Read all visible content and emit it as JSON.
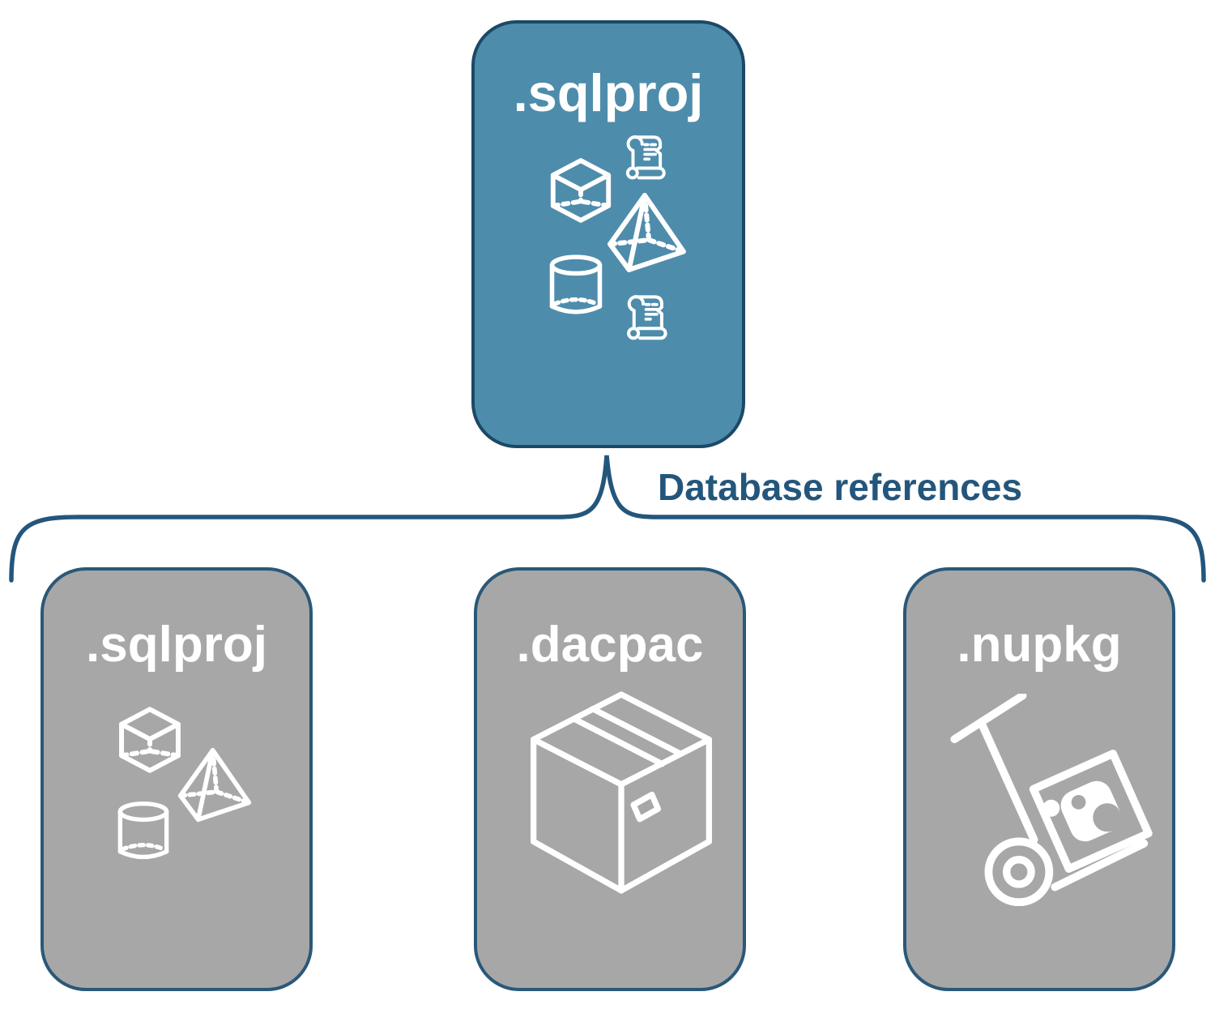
{
  "colors": {
    "root_fill": "#4E8CAB",
    "root_border": "#1B4966",
    "child_fill": "#A7A7A7",
    "child_border": "#2A5878",
    "connector_line": "#24567C",
    "connector_text": "#24567C",
    "card_text": "#FFFFFF",
    "icon_stroke": "#FFFFFF"
  },
  "root": {
    "label": ".sqlproj",
    "icons": [
      "cube-icon",
      "scroll-icon",
      "pyramid-icon",
      "cylinder-icon",
      "scroll-icon"
    ]
  },
  "connector": {
    "label": "Database references"
  },
  "children": [
    {
      "label": ".sqlproj",
      "icons": [
        "cube-icon",
        "pyramid-icon",
        "cylinder-icon"
      ]
    },
    {
      "label": ".dacpac",
      "icons": [
        "package-box-icon"
      ]
    },
    {
      "label": ".nupkg",
      "icons": [
        "hand-truck-nuget-icon"
      ]
    }
  ]
}
